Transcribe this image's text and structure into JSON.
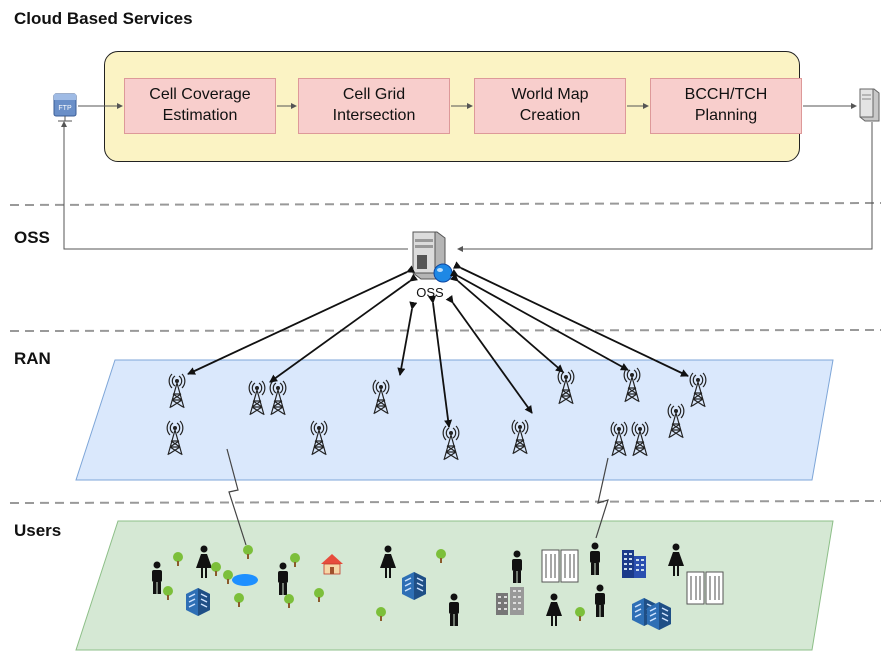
{
  "sections": {
    "cloud": "Cloud Based Services",
    "oss": "OSS",
    "ran": "RAN",
    "users": "Users"
  },
  "pipeline": {
    "steps": [
      {
        "line1": "Cell Coverage",
        "line2": "Estimation"
      },
      {
        "line1": "Cell Grid",
        "line2": "Intersection"
      },
      {
        "line1": "World Map",
        "line2": "Creation"
      },
      {
        "line1": "BCCH/TCH",
        "line2": "Planning"
      }
    ],
    "source_icon": "ftp-server-icon",
    "source_label": "FTP",
    "sink_icon": "server-icon"
  },
  "oss_node": {
    "label": "OSS",
    "icon": "server-globe-icon"
  },
  "colors": {
    "panel_fill": "#fbf3c4",
    "step_fill": "#f8cecc",
    "ran_plane": "#dae8fc",
    "users_plane": "#d5e8d4",
    "divider": "#999999"
  }
}
